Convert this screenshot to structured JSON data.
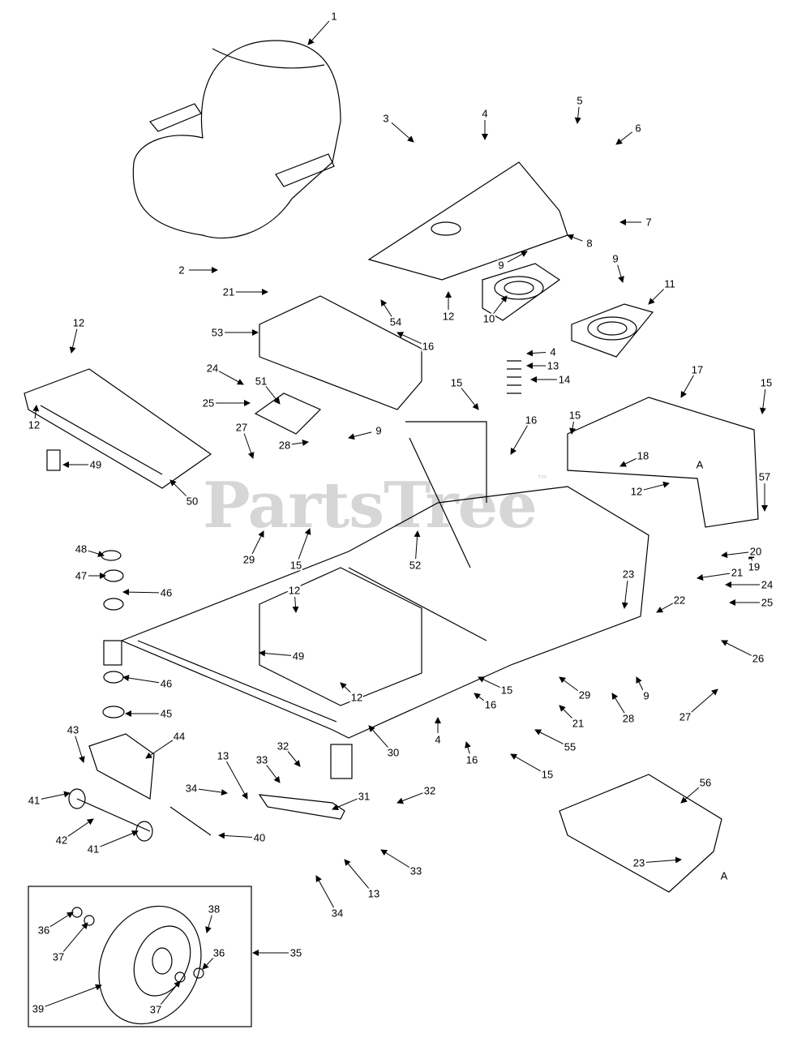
{
  "watermark": "PartsTree",
  "watermark_mark": "™",
  "callouts": [
    "1",
    "2",
    "3",
    "4",
    "5",
    "6",
    "7",
    "8",
    "9",
    "9",
    "10",
    "11",
    "12",
    "21",
    "53",
    "16",
    "54",
    "12",
    "24",
    "25",
    "51",
    "4",
    "13",
    "14",
    "15",
    "17",
    "15",
    "16",
    "15",
    "27",
    "28",
    "9",
    "18",
    "12",
    "57",
    "12",
    "49",
    "50",
    "15",
    "52",
    "29",
    "48",
    "47",
    "46",
    "20",
    "21",
    "19",
    "23",
    "24",
    "25",
    "22",
    "12",
    "26",
    "46",
    "45",
    "49",
    "12",
    "15",
    "16",
    "29",
    "9",
    "28",
    "27",
    "21",
    "43",
    "44",
    "30",
    "4",
    "55",
    "16",
    "15",
    "32",
    "33",
    "13",
    "34",
    "31",
    "32",
    "56",
    "41",
    "42",
    "41",
    "40",
    "33",
    "23",
    "A",
    "A",
    "13",
    "34",
    "38",
    "35",
    "36",
    "37",
    "36",
    "39",
    "37"
  ]
}
